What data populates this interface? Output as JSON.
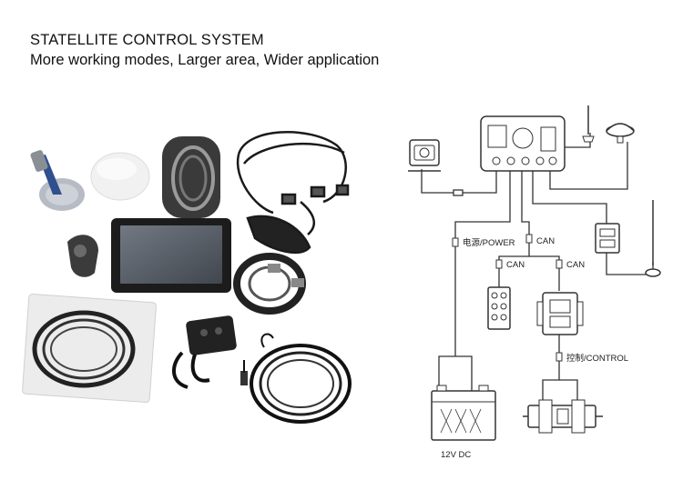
{
  "header": {
    "title": "STATELLITE CONTROL SYSTEM",
    "subtitle": "More working modes, Larger area, Wider application"
  },
  "diagram": {
    "labels": {
      "power": "电源/POWER",
      "can_main": "CAN",
      "can_left": "CAN",
      "can_right": "CAN",
      "control": "控制/CONTROL",
      "battery": "12V DC"
    },
    "icons": [
      "camera-icon",
      "display-unit-icon",
      "whip-antenna-icon",
      "gnss-antenna-icon",
      "switch-box-icon",
      "magnetic-antenna-icon",
      "keypad-icon",
      "controller-module-icon",
      "battery-icon",
      "hydraulic-valve-icon"
    ]
  },
  "photo": {
    "items": [
      "antenna-mount",
      "gnss-receiver-dome",
      "wire-harness",
      "cable-bundle",
      "terminal-display",
      "ram-mount-clamp",
      "coiled-cable-bag",
      "control-switch-box",
      "antenna-cable-coil",
      "hydraulic-cable-loom"
    ]
  }
}
